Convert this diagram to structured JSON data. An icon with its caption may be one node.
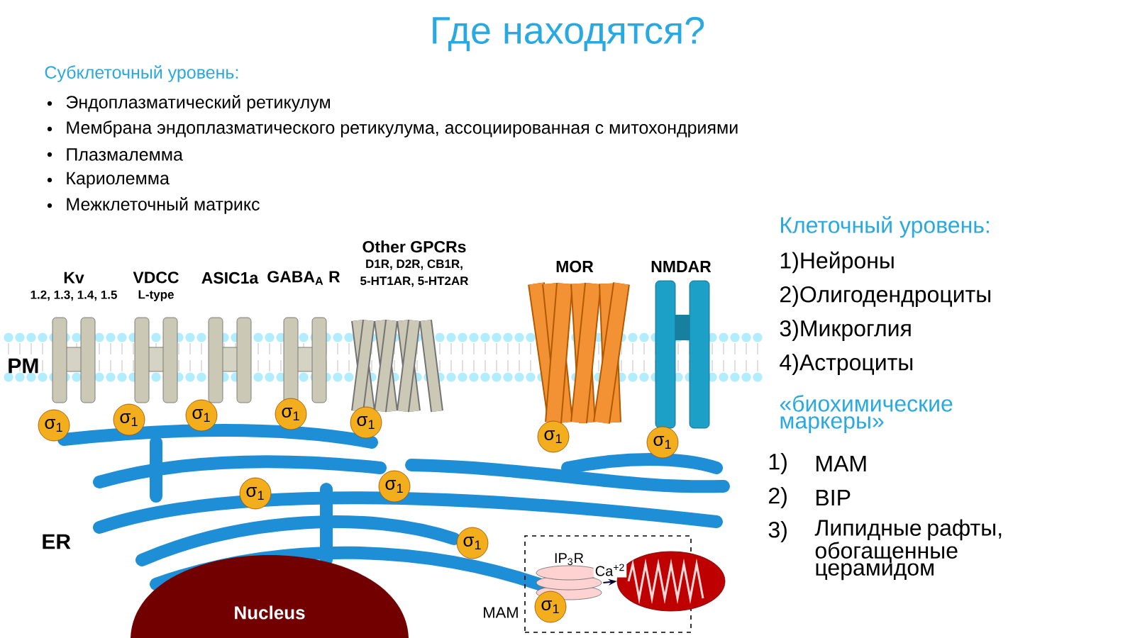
{
  "diagram": {
    "title": "Где находятся?",
    "nodes": [
      {
        "text": [
          "Kv",
          "1.2, 1.3, 1.4, 1.5"
        ]
      },
      {
        "text": [
          "VDCC",
          "L-type"
        ]
      },
      {
        "text": [
          "ASIC1a"
        ]
      },
      {
        "text": [
          "GABA$_{A}$ R"
        ]
      },
      {
        "text": [
          "Other GPCRs",
          "D1R, D2R, CB1R, 5-HT1AR, 5-HT2AR"
        ]
      },
      {
        "text": [
          "MOR"
        ]
      },
      {
        "text": [
          "NMDAR"
        ]
      },
      {
        "text": [
          "σ$_{1}$"
        ]
      },
      {
        "text": [
          "σ$_{1}$"
        ]
      },
      {
        "text": [
          "σ$_{1}$"
        ]
      },
      {
        "text": [
          "σ$_{1}$"
        ]
      },
      {
        "text": [
          "σ$_{1}$"
        ]
      },
      {
        "text": [
          "σ$_{1}$"
        ]
      },
      {
        "text": [
          "σ$_{1}$"
        ]
      },
      {
        "text": [
          "σ$_{1}$"
        ]
      },
      {
        "text": [
          "σ$_{1}$"
        ]
      },
      {
        "text": [
          "σ$_{1}$"
        ]
      },
      {
        "text": [
          "Nucleus"
        ]
      },
      {
        "text": [
          "MAM"
        ]
      },
      {
        "text": [
          "IP$_{3}$R"
        ],
        "in": 18
      },
      {
        "text": [
          "σ$_{1}$"
        ],
        "in": 18
      },
      {
        "text": [],
        "shape": "picture"
      }
    ],
    "edges": [
      {
        "from": 19,
        "to": 21,
        "arrow": "to",
        "label": "Ca$^{+2}$"
      }
    ],
    "labels": [
      "Субклеточный уровень:",
      "Эндоплазматический ретикулум",
      "Мембрана эндоплазматического ретикулума, ассоциированная с митохондриями",
      "Плазмалемма",
      "Кариолемма",
      "Межклеточный матрикс",
      "Клеточный уровень:",
      "1)Нейроны",
      "2)Олигодендроциты",
      "3)Микроглия",
      "4)Астроциты",
      "«биохимические маркеры»",
      "1)",
      "MAM",
      "2)",
      "BIP",
      "3)",
      "Липидные рафты, обогащенные церамидом",
      "PM",
      "ER"
    ]
  }
}
